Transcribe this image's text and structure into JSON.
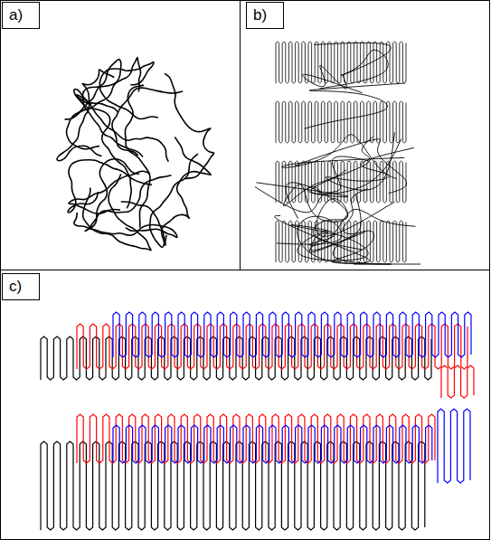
{
  "diagram": {
    "nodes": [
      {
        "text": [
          "a)"
        ]
      },
      {
        "text": [
          "b)"
        ]
      },
      {
        "text": [
          "c)"
        ]
      }
    ]
  }
}
